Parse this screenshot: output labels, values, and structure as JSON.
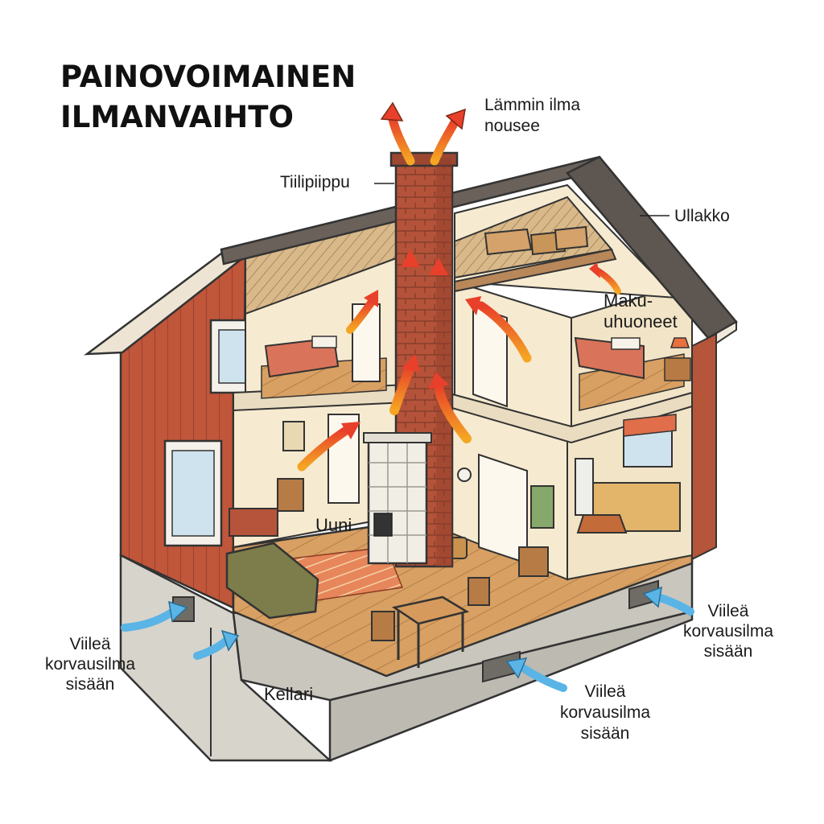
{
  "title": {
    "line1": "PAINOVOIMAINEN",
    "line2": "ILMANVAIHTO"
  },
  "labels": {
    "warm_air": {
      "line1": "Lämmin ilma",
      "line2": "nousee"
    },
    "chimney": "Tiilipiippu",
    "attic": "Ullakko",
    "bedrooms": {
      "line1": "Maku-",
      "line2": "uhuoneet"
    },
    "stove": "Uuni",
    "cellar": "Kellari",
    "intake_left": {
      "line1": "Viileä",
      "line2": "korvausilma",
      "line3": "sisään"
    },
    "intake_right": {
      "line1": "Viileä",
      "line2": "korvausilma",
      "line3": "sisään"
    },
    "intake_bottom": {
      "line1": "Viileä",
      "line2": "korvausilma",
      "line3": "sisään"
    }
  },
  "colors": {
    "warm_arrow": "#e8502a",
    "warm_arrow_tail": "#f5a623",
    "cool_arrow": "#5ab4e6",
    "wall_red": "#c0563a",
    "brick": "#b4533a",
    "roof": "#5e5650",
    "floor": "#d8a063",
    "interior_wall": "#f6ead0"
  }
}
